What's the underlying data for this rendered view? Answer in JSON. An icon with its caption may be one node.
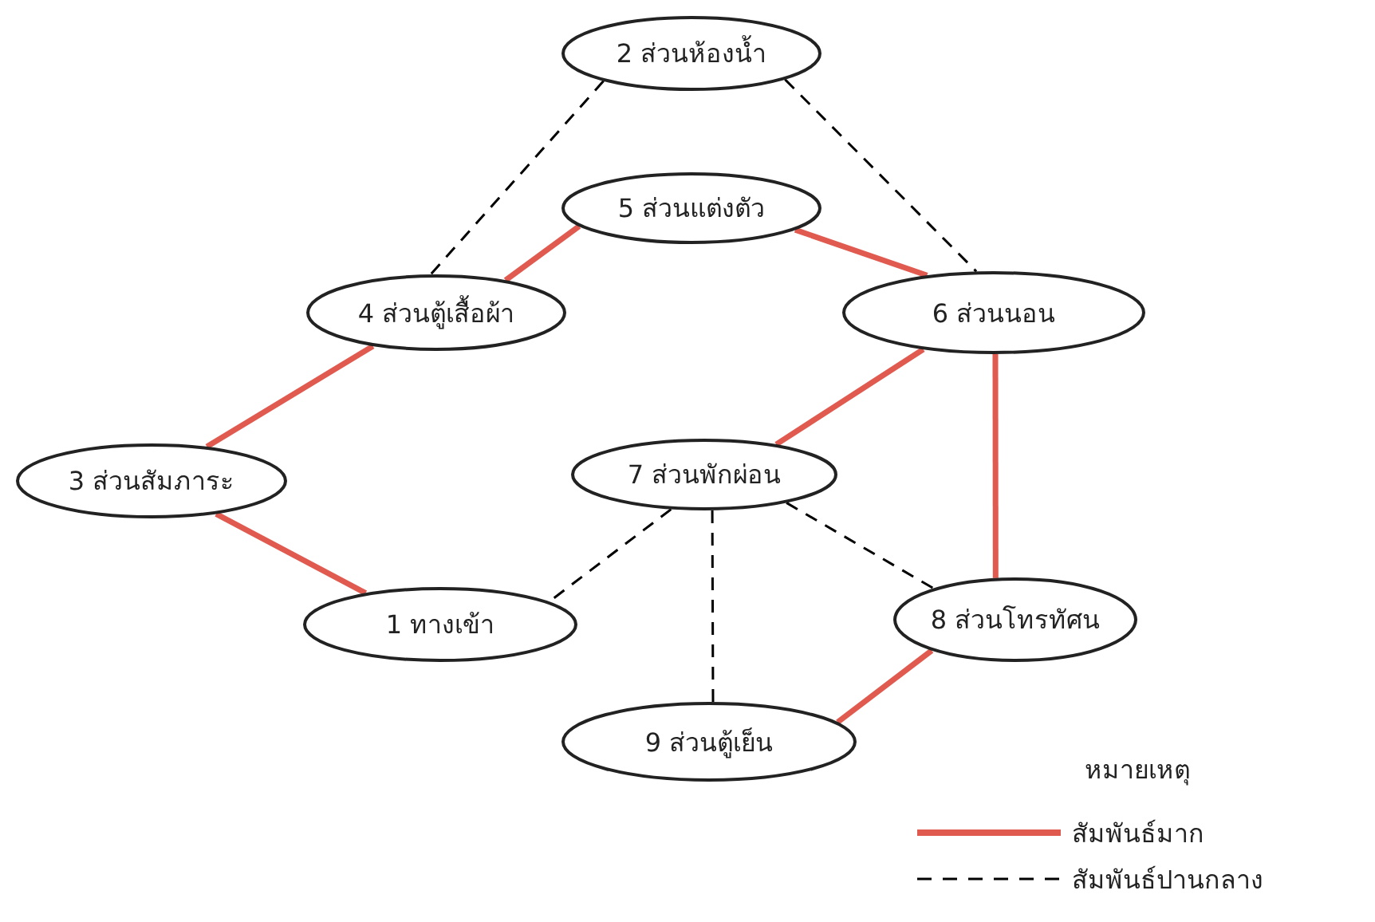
{
  "diagram": {
    "nodes": [
      {
        "text": [
          "2 ส่วนห้องน้ำ"
        ]
      },
      {
        "text": [
          "5 ส่วนแต่งตัว"
        ]
      },
      {
        "text": [
          "4 ส่วนตู้เสื้อผ้า"
        ]
      },
      {
        "text": [
          "6 ส่วนนอน"
        ]
      },
      {
        "text": [
          "3 ส่วนสัมภาระ"
        ]
      },
      {
        "text": [
          "7 ส่วนพักผ่อน"
        ]
      },
      {
        "text": [
          "1 ทางเข้า"
        ]
      },
      {
        "text": [
          "8 ส่วนโทรทัศน"
        ]
      },
      {
        "text": [
          "9 ส่วนตู้เย็น"
        ]
      }
    ],
    "edges": [
      {
        "from": 0,
        "to": 2,
        "arrow": "none",
        "style": "dashed",
        "color": "#000000"
      },
      {
        "from": 0,
        "to": 3,
        "arrow": "none",
        "style": "dashed",
        "color": "#000000"
      },
      {
        "from": 1,
        "to": 2,
        "arrow": "none"
      },
      {
        "from": 1,
        "to": 3,
        "arrow": "none"
      },
      {
        "from": 2,
        "to": 4,
        "arrow": "none"
      },
      {
        "from": 3,
        "to": 5,
        "arrow": "none"
      },
      {
        "from": 3,
        "to": 7,
        "arrow": "none"
      },
      {
        "from": 4,
        "to": 6,
        "arrow": "none"
      },
      {
        "from": 5,
        "to": 6,
        "arrow": "none",
        "style": "dashed",
        "color": "#000000"
      },
      {
        "from": 5,
        "to": 8,
        "arrow": "none",
        "style": "dashed",
        "color": "#000000"
      },
      {
        "from": 5,
        "to": 7,
        "arrow": "none",
        "style": "dashed",
        "color": "#000000"
      },
      {
        "from": 7,
        "to": 8,
        "arrow": "none"
      }
    ],
    "labels": [
      "หมายเหตุ"
    ],
    "legend": [
      {
        "text": "สัมพันธ์มาก"
      },
      {
        "text": "สัมพันธ์ปานกลาง"
      }
    ]
  }
}
